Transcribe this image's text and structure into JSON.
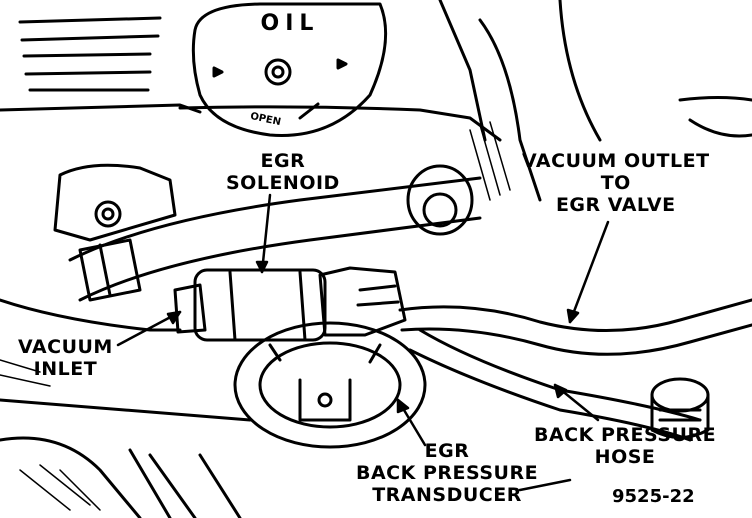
{
  "cap_text": {
    "oil": "OIL",
    "open": "OPEN"
  },
  "callouts": {
    "egr_solenoid": [
      "EGR",
      "SOLENOID"
    ],
    "vacuum_outlet": [
      "VACUUM OUTLET",
      "TO",
      "EGR VALVE"
    ],
    "vacuum_inlet": [
      "VACUUM",
      "INLET"
    ],
    "egr_transducer": [
      "EGR",
      "BACK PRESSURE",
      "TRANSDUCER"
    ],
    "back_pressure_hose": [
      "BACK PRESSURE",
      "HOSE"
    ]
  },
  "figure_number": "9525-22",
  "colors": {
    "ink": "#000000",
    "paper": "#ffffff"
  }
}
